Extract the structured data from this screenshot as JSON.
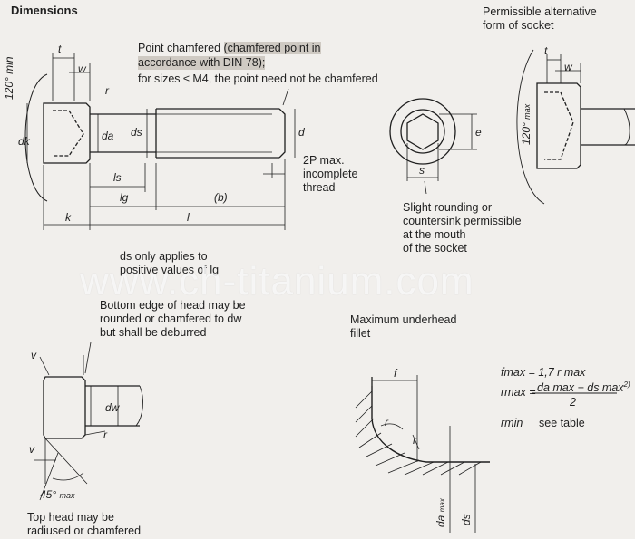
{
  "title": "Dimensions",
  "notes": {
    "chamfer_line1_a": "Point chamfered ",
    "chamfer_line1_b": "(chamfered point in",
    "chamfer_line2": "accordance with DIN 78);",
    "chamfer_line3": "for sizes ≤ M4, the point need not be chamfered",
    "alt_socket": "Permissible alternative\nform of socket",
    "thread": "2P max.\nincomplete\nthread",
    "rounding": "Slight rounding or\ncountersink permissible\nat the mouth\nof the socket",
    "ds_note": "ds only applies to\npositive values of lg",
    "bottom_edge": "Bottom edge of head may be\nrounded or chamfered to dw\nbut shall be deburred",
    "underhead": "Maximum underhead\nfillet",
    "top_head": "Top head may be\nradiused or chamfered",
    "see_table": "see table"
  },
  "labels": {
    "t": "t",
    "w": "w",
    "r": "r",
    "k": "k",
    "l": "l",
    "ls": "ls",
    "lg": "lg",
    "b": "(b)",
    "dk": "dk",
    "da": "da",
    "ds": "ds",
    "d": "d",
    "dw": "dw",
    "e": "e",
    "s": "s",
    "v": "v",
    "f": "f",
    "angle120": "120°",
    "max": "max",
    "min": "min",
    "angle45": "45°"
  },
  "formulas": {
    "fmax": "fmax = 1,7 r max",
    "rmax_lhs": "rmax =",
    "rmax_num": "da max − ds max",
    "rmax_sup": "2)",
    "rmax_den": "2",
    "rmin": "rmin"
  },
  "watermark": "www.ch-titanium.com",
  "colors": {
    "paper": "#f1efec",
    "ink": "#1f1f1f",
    "highlight": "#cfcac3"
  }
}
